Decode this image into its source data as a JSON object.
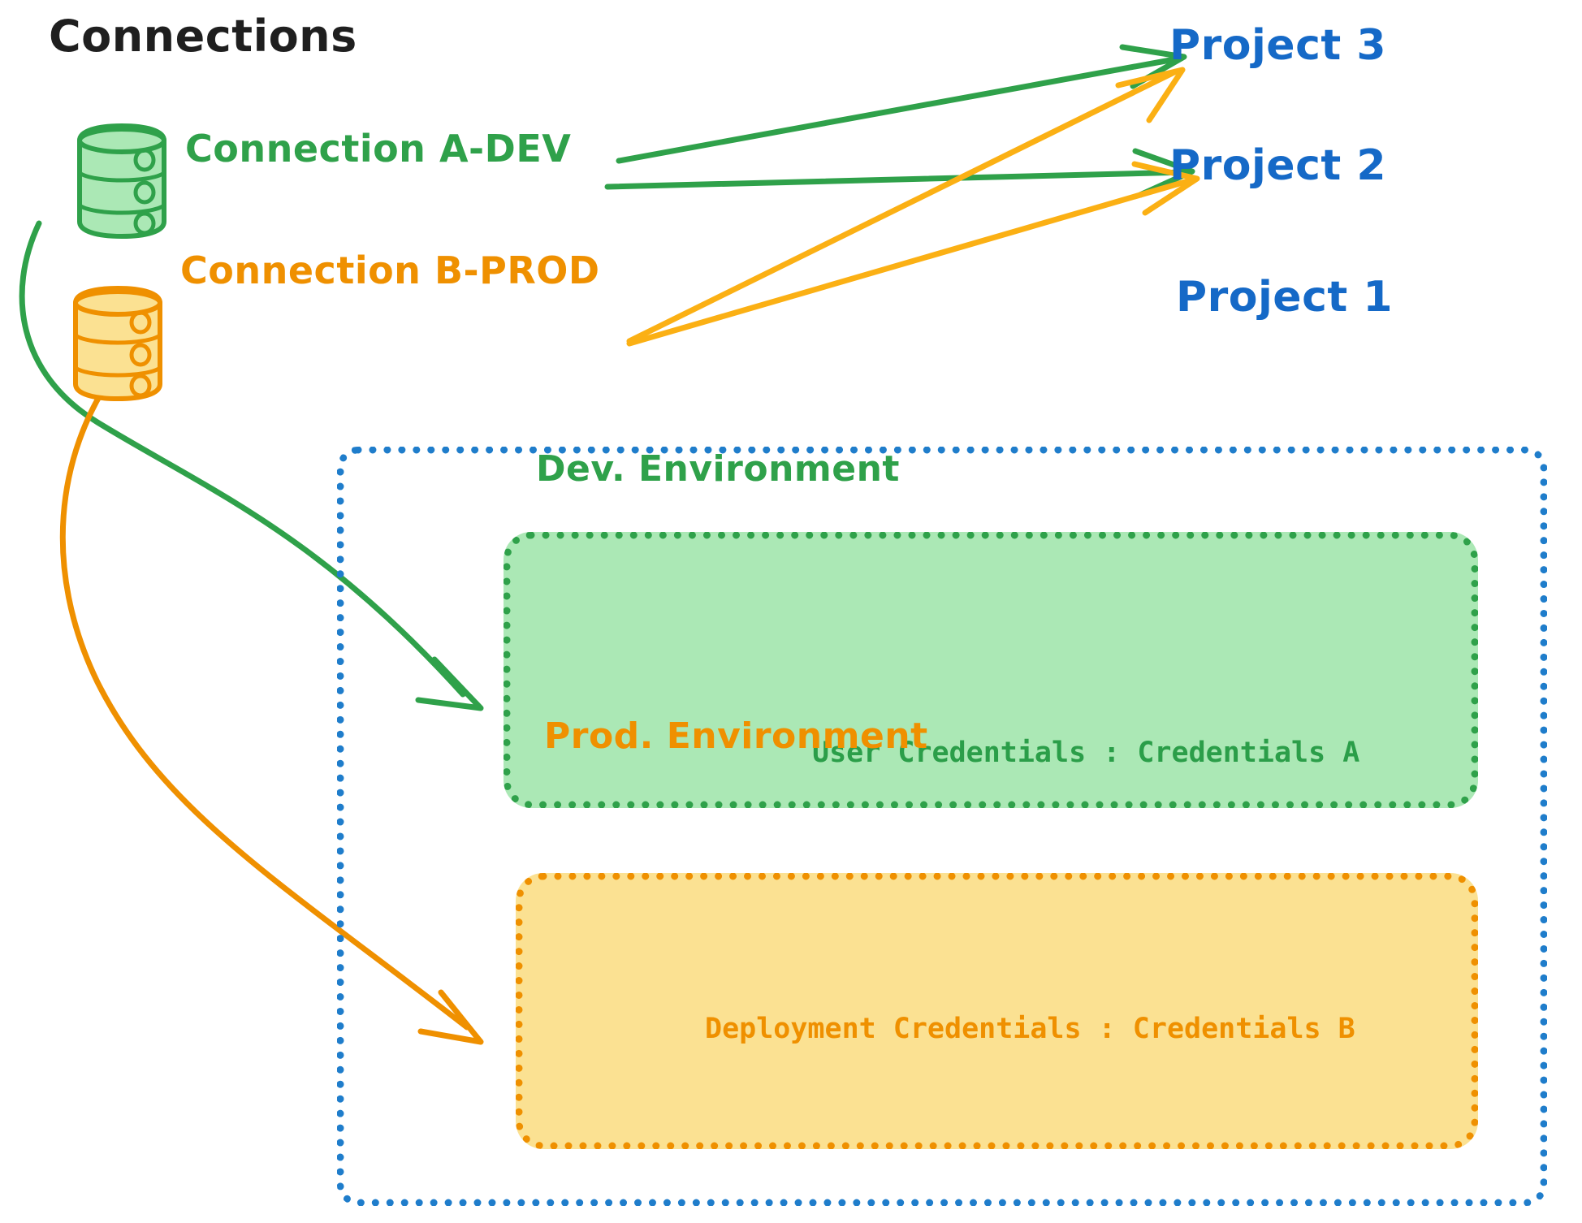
{
  "diagram": {
    "title": "Connections",
    "title_color": "#1f1f1f",
    "colors": {
      "dev_green": "#2fa14a",
      "prod_orange": "#ef9000",
      "project_blue": "#1569c7",
      "container_blue": "#1f7dcb",
      "dev_fill": "#abe8b5",
      "prod_fill": "#fbe192"
    },
    "connections": [
      {
        "id": "connection-a-dev",
        "label": "Connection A-DEV",
        "color": "#2fa14a",
        "icon": "database-cylinder-icon",
        "targets": [
          "Project 3",
          "Project 2",
          "Dev. Environment"
        ]
      },
      {
        "id": "connection-b-prod",
        "label": "Connection B-PROD",
        "color": "#ef9000",
        "icon": "database-cylinder-icon",
        "targets": [
          "Project 3",
          "Project 2",
          "Prod. Environment"
        ]
      }
    ],
    "projects": [
      {
        "id": "project-3",
        "label": "Project 3"
      },
      {
        "id": "project-2",
        "label": "Project 2"
      },
      {
        "id": "project-1",
        "label": "Project 1"
      }
    ],
    "project1": {
      "label": "Project 1",
      "environments": [
        {
          "id": "dev-environment",
          "title": "Dev. Environment",
          "credentials_label": "User Credentials",
          "credentials_value": "Credentials A",
          "credentials_line": "User Credentials : Credentials A",
          "color": "#2fa14a",
          "fill": "#abe8b5"
        },
        {
          "id": "prod-environment",
          "title": "Prod. Environment",
          "credentials_label": "Deployment Credentials",
          "credentials_value": "Credentials B",
          "credentials_line": "Deployment Credentials : Credentials B",
          "color": "#ef9000",
          "fill": "#fbe192"
        }
      ]
    }
  }
}
